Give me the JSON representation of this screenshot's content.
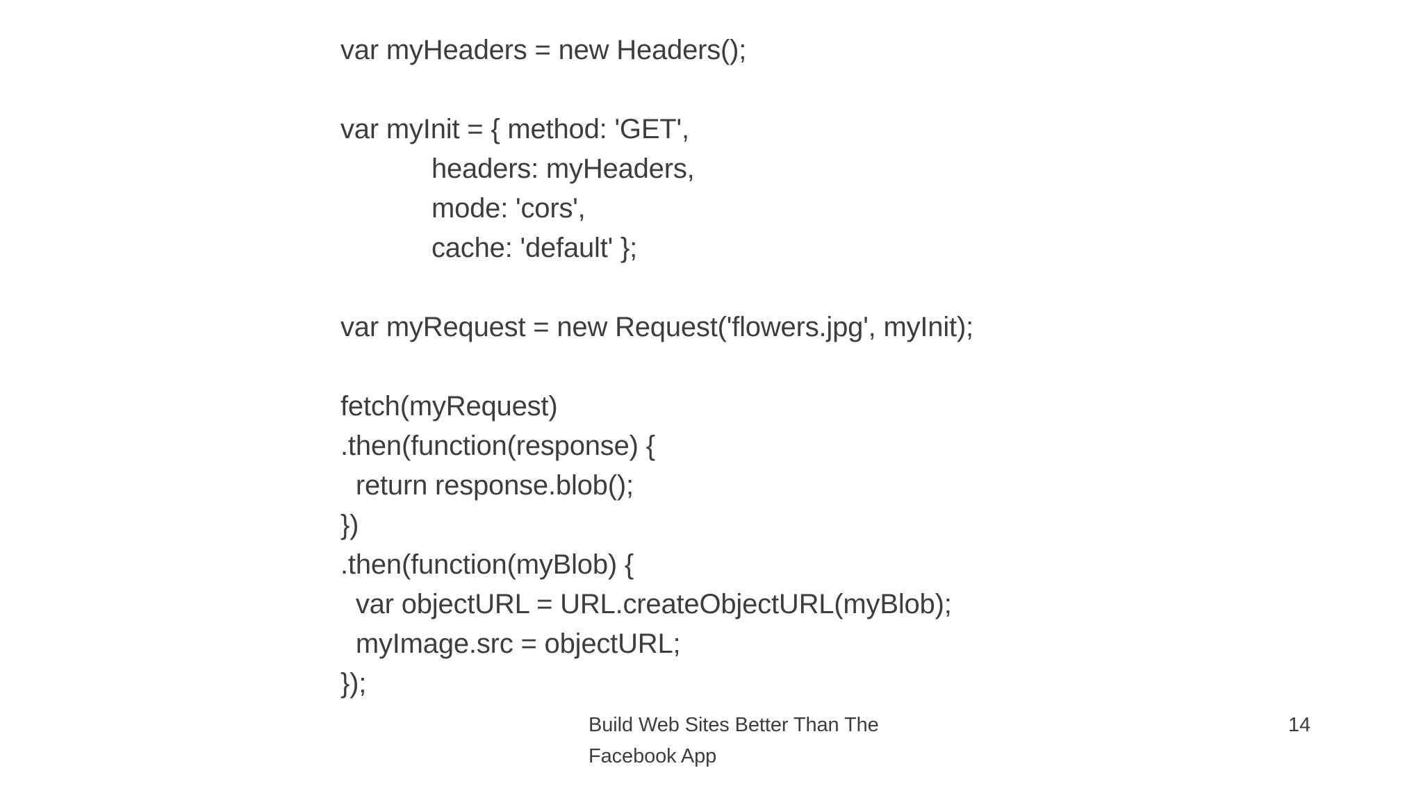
{
  "slide": {
    "background_color": "#ffffff",
    "text_color": "#3d3d3d",
    "code": {
      "lines": [
        "var myHeaders = new Headers();",
        "",
        "var myInit = { method: 'GET',",
        "            headers: myHeaders,",
        "            mode: 'cors',",
        "            cache: 'default' };",
        "",
        "var myRequest = new Request('flowers.jpg', myInit);",
        "",
        "fetch(myRequest)",
        ".then(function(response) {",
        "  return response.blob();",
        "})",
        ".then(function(myBlob) {",
        "  var objectURL = URL.createObjectURL(myBlob);",
        "  myImage.src = objectURL;",
        "});"
      ]
    },
    "footer": {
      "title": "Build Web Sites Better Than The Facebook App",
      "page_number": "14"
    }
  }
}
